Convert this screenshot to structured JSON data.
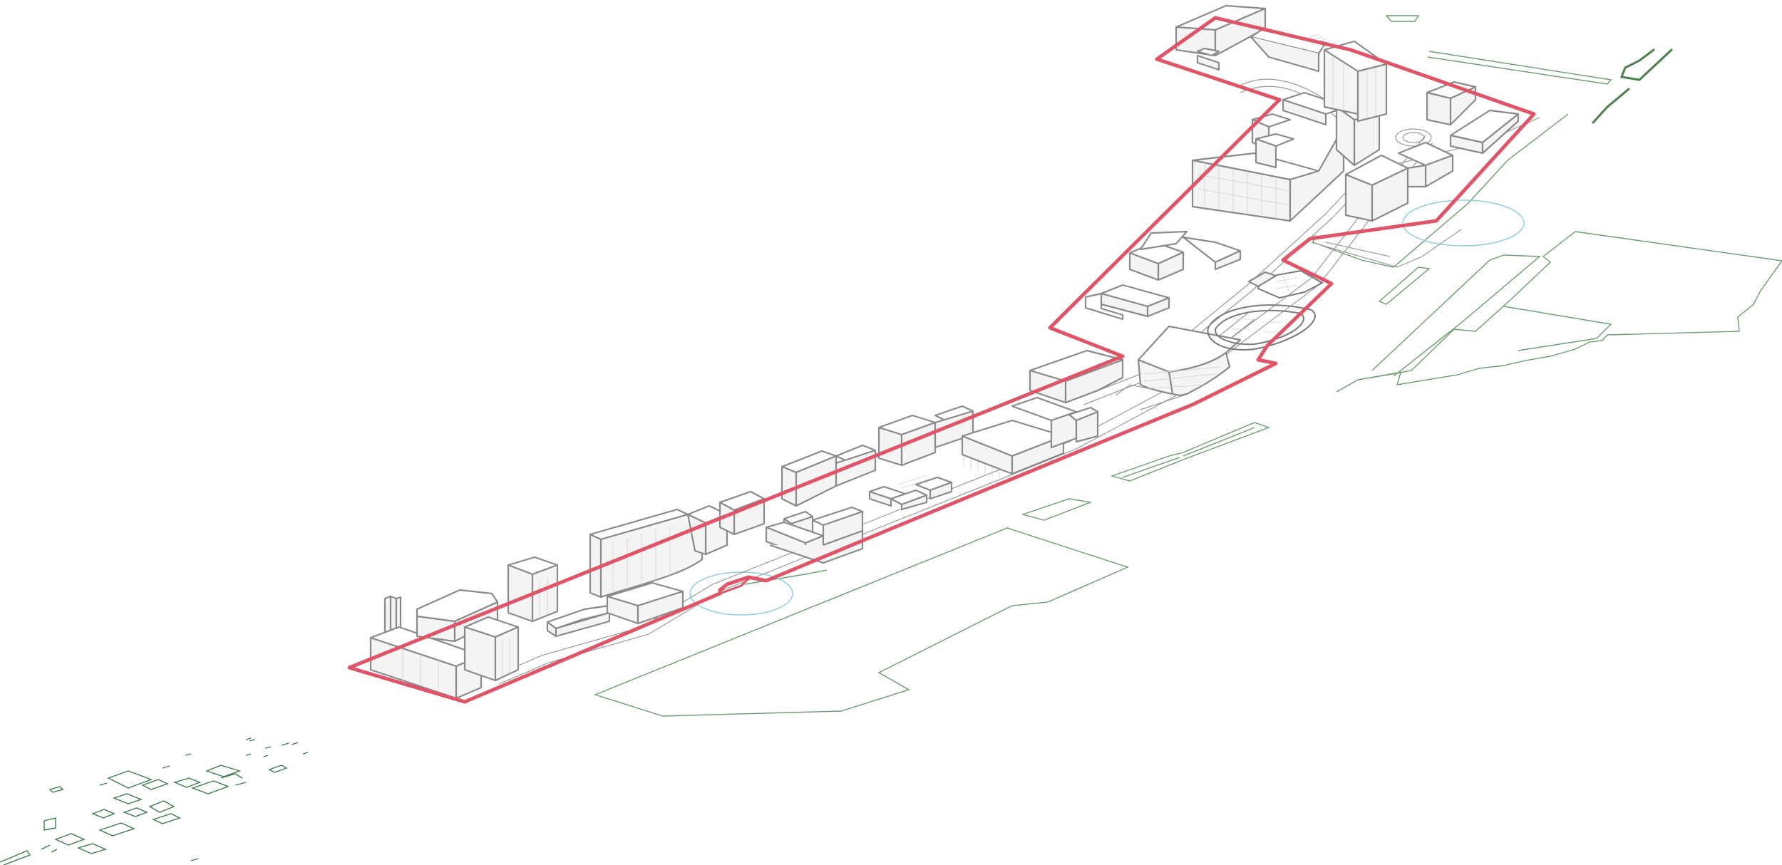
{
  "colors": {
    "boundary": "#e05468",
    "building_stroke": "#8a8a8a",
    "landscape": "#6f9a6f",
    "walk_radius": "#8fd0d8",
    "background": "#ffffff"
  },
  "layers": [
    "site-boundary",
    "buildings",
    "roads",
    "landscape-context",
    "walking-radius-circles",
    "stadium-track",
    "outlying-plots"
  ]
}
